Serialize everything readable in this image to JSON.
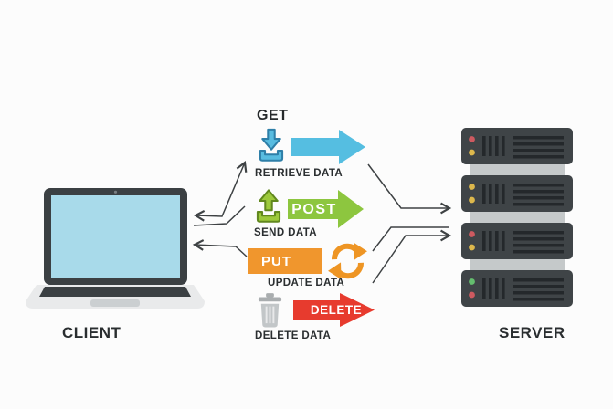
{
  "diagram": {
    "background": "#FCFCFC",
    "client": {
      "label": "CLIENT",
      "screen_color": "#A8DAEA"
    },
    "server": {
      "label": "SERVER",
      "units": [
        {
          "leds": [
            "#CE5A60",
            "#DDB84C"
          ]
        },
        {
          "leds": [
            "#DDB84C",
            "#DDB84C"
          ]
        },
        {
          "leds": [
            "#CE5A60",
            "#DDB84C"
          ]
        },
        {
          "leds": [
            "#64BE6E",
            "#CE5A60"
          ]
        }
      ]
    },
    "methods": [
      {
        "name": "GET",
        "sublabel": "RETRIEVE DATA",
        "arrow_color": "#55BEE1",
        "icon": "download-icon",
        "icon_fill": "#58BCE0",
        "icon_stroke": "#2E7FA8"
      },
      {
        "name": "POST",
        "sublabel": "SEND DATA",
        "arrow_color": "#8DC63F",
        "icon": "upload-icon",
        "icon_fill": "#9DC93C",
        "icon_stroke": "#61881E"
      },
      {
        "name": "PUT",
        "sublabel": "UPDATE DATA",
        "arrow_color": "#F0962D",
        "icon": "refresh-icon",
        "icon_fill": "#EE9524",
        "icon_stroke": "#EE9524"
      },
      {
        "name": "DELETE",
        "sublabel": "DELETE DATA",
        "arrow_color": "#E73B2E",
        "icon": "trash-icon",
        "icon_fill": "#C2C6C8",
        "icon_lid": "#A9ADAF",
        "icon_ridge": "#E8E9EA"
      }
    ]
  }
}
